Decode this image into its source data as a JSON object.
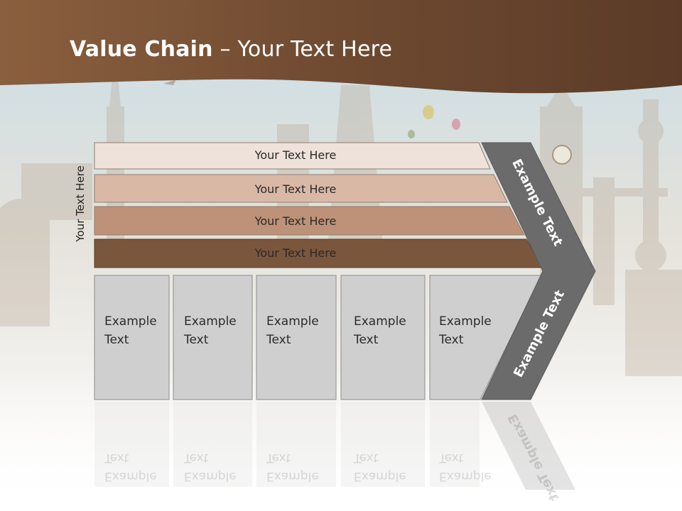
{
  "slide": {
    "title_bold": "Value Chain",
    "title_rest": " – Your Text Here",
    "side_label": "Your Text Here"
  },
  "bars": [
    {
      "label": "Your Text Here",
      "color": "#eee2db"
    },
    {
      "label": "Your Text Here",
      "color": "#d9b9a6"
    },
    {
      "label": "Your Text Here",
      "color": "#bd9278"
    },
    {
      "label": "Your Text Here",
      "color": "#7a563d"
    }
  ],
  "boxes": [
    {
      "label_line1": "Example",
      "label_line2": "Text"
    },
    {
      "label_line1": "Example",
      "label_line2": "Text"
    },
    {
      "label_line1": "Example",
      "label_line2": "Text"
    },
    {
      "label_line1": "Example",
      "label_line2": "Text"
    },
    {
      "label_line1": "Example",
      "label_line2": "Text"
    }
  ],
  "chevron": {
    "upper_label": "Example Text",
    "lower_label": "Example Text",
    "color": "#6b6b6b"
  },
  "colors": {
    "header_brown": "#6e4a31",
    "box_gray": "#cfcfcf",
    "box_border": "#8c8c8c"
  }
}
